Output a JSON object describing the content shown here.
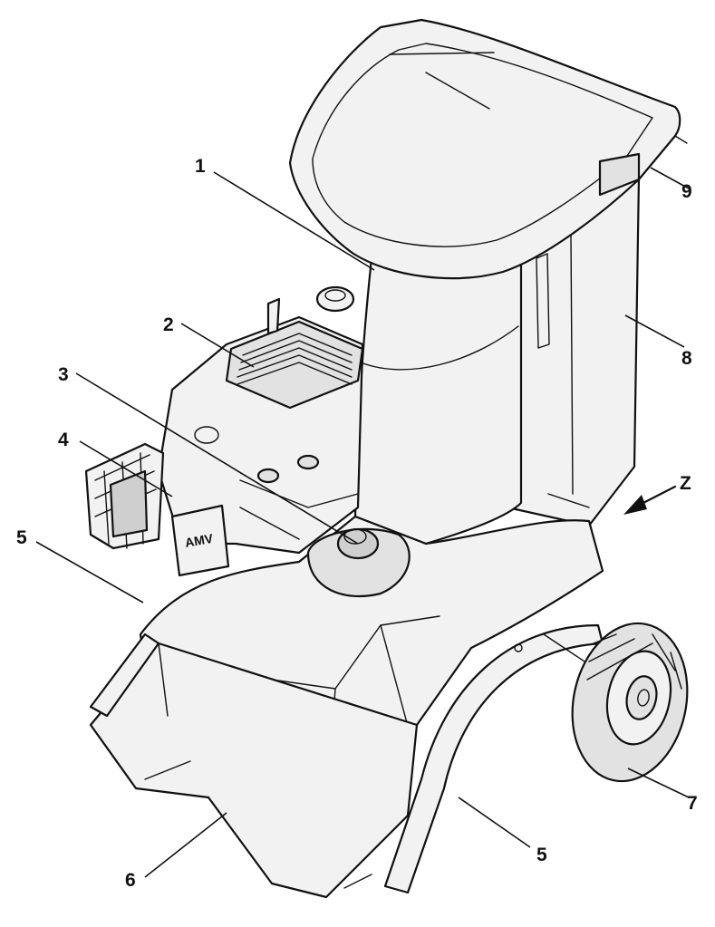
{
  "callouts": {
    "c1": "1",
    "c2": "2",
    "c3": "3",
    "c4": "4",
    "c5a": "5",
    "c5b": "5",
    "c6": "6",
    "c7": "7",
    "c8": "8",
    "c9": "9",
    "cz": "Z"
  },
  "engine_label": "AMV",
  "colors": {
    "ink": "#111111",
    "shade": "#e2e2e2",
    "background": "#ffffff"
  }
}
